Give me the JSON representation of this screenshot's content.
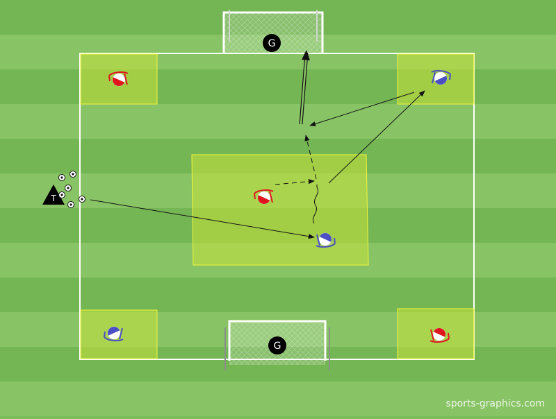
{
  "colors": {
    "grass_light": "#88c466",
    "grass_dark": "#75b654",
    "zone_fill": "#c6e23a",
    "zone_border": "#f2f53a",
    "line": "#ffffff",
    "team_red": "#e0161e",
    "team_blue": "#4a4fc4",
    "arrow": "#111111"
  },
  "goals": {
    "top": {
      "keeper_label": "G"
    },
    "bottom": {
      "keeper_label": "G"
    }
  },
  "trainer": {
    "label": "T",
    "ball_count": 6
  },
  "players": [
    {
      "id": "red-top-left",
      "team": "red"
    },
    {
      "id": "blue-top-right",
      "team": "blue"
    },
    {
      "id": "red-center",
      "team": "red"
    },
    {
      "id": "blue-center",
      "team": "blue"
    },
    {
      "id": "blue-bottom-left",
      "team": "blue"
    },
    {
      "id": "red-bottom-right",
      "team": "red"
    }
  ],
  "credit": "sports-graphics.com"
}
